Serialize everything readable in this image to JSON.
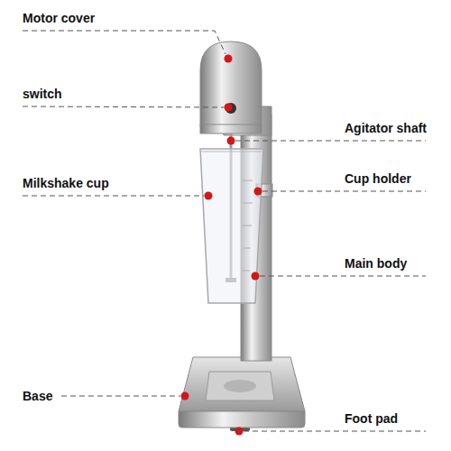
{
  "diagram": {
    "labels": [
      "Motor cover",
      "switch",
      "Agitator shaft",
      "Milkshake cup",
      "Cup holder",
      "Main body",
      "Base",
      "Foot pad"
    ]
  }
}
